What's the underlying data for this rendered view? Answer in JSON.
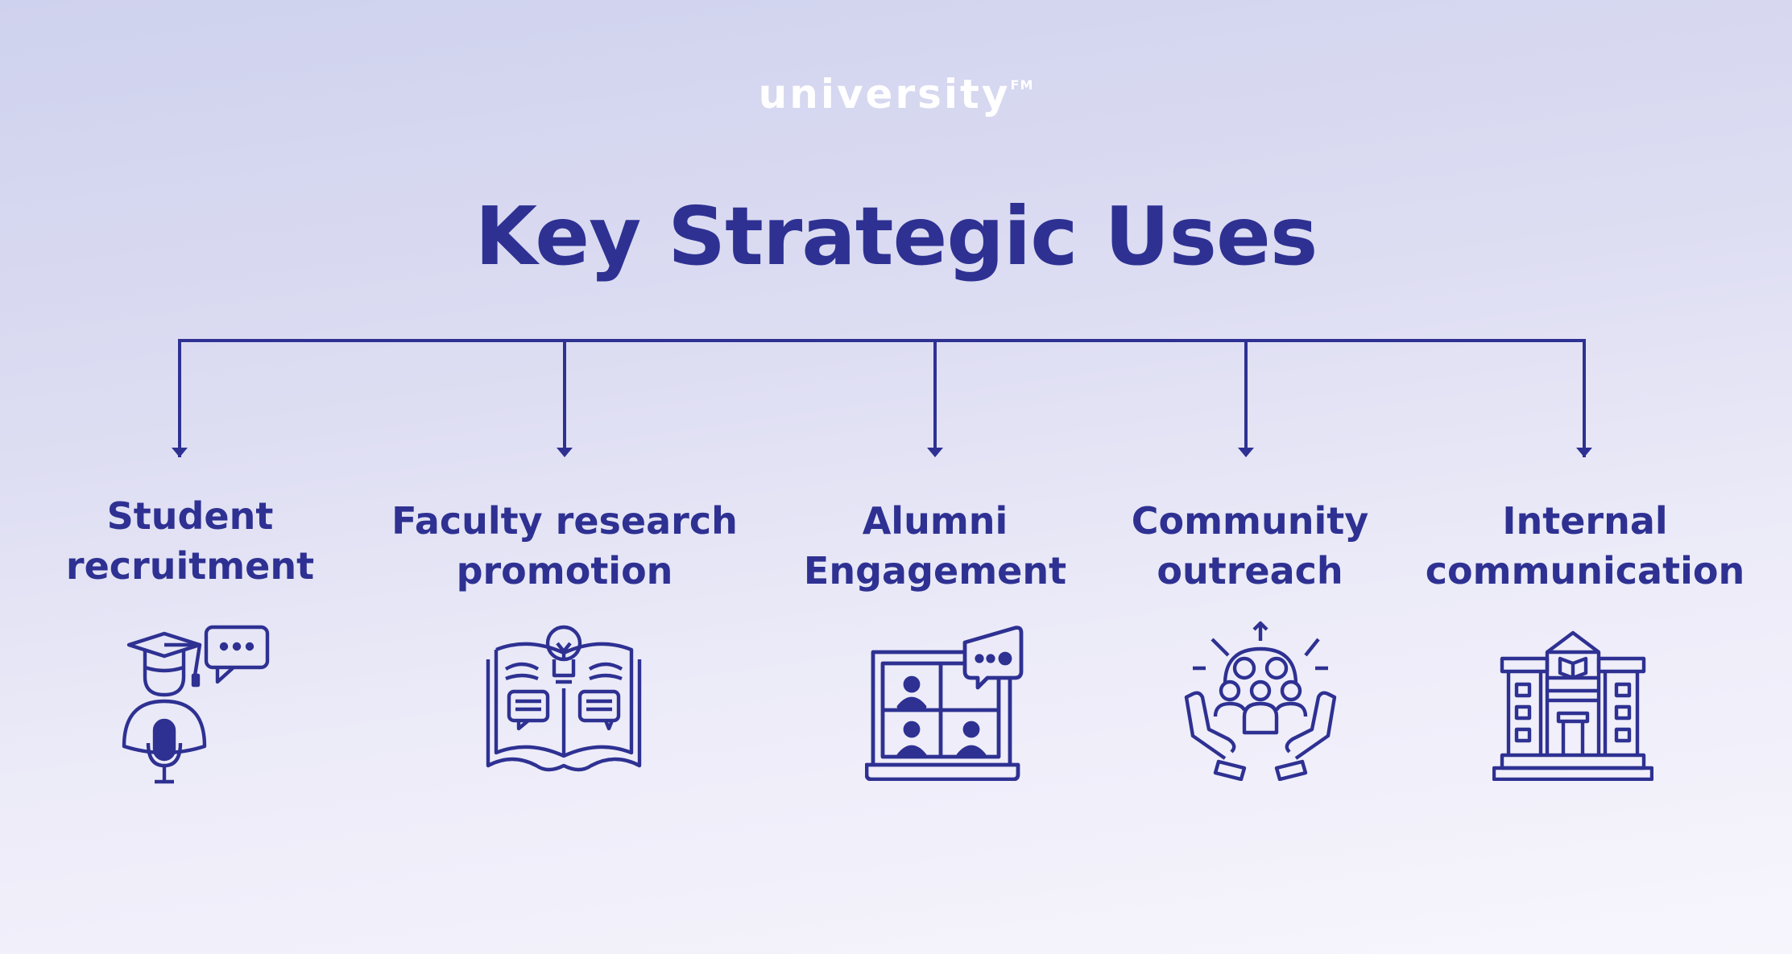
{
  "logo": {
    "text": "university",
    "suffix": "FM"
  },
  "title": "Key Strategic Uses",
  "colors": {
    "primary": "#2e3192",
    "logo": "#ffffff"
  },
  "items": [
    {
      "line1": "Student",
      "line2": "recruitment",
      "icon": "student-podcast-icon"
    },
    {
      "line1": "Faculty research",
      "line2": "promotion",
      "icon": "book-lightbulb-icon"
    },
    {
      "line1": "Alumni",
      "line2": "Engagement",
      "icon": "laptop-video-call-icon"
    },
    {
      "line1": "Community",
      "line2": "outreach",
      "icon": "community-hands-icon"
    },
    {
      "line1": "Internal",
      "line2": "communication",
      "icon": "university-building-icon"
    }
  ]
}
